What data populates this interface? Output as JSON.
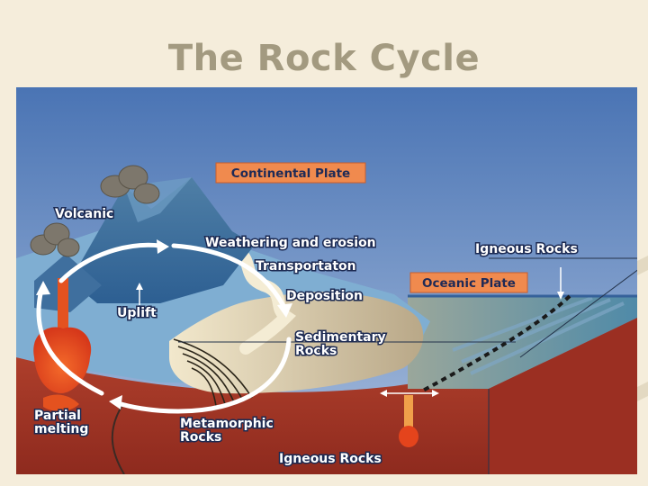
{
  "slide": {
    "title": "The Rock Cycle"
  },
  "diagram": {
    "labels": {
      "continental_plate": "Continental Plate",
      "oceanic_plate": "Oceanic Plate",
      "volcanic": "Volcanic",
      "weathering": "Weathering and erosion",
      "transportation": "Transportaton",
      "deposition": "Deposition",
      "uplift": "Uplift",
      "sedimentary_1": "Sedimentary",
      "sedimentary_2": "Rocks",
      "igneous_top": "Igneous Rocks",
      "partial_1": "Partial",
      "partial_2": "melting",
      "metamorphic_1": "Metamorphic",
      "metamorphic_2": "Rocks",
      "igneous_bottom": "Igneous Rocks"
    },
    "colors": {
      "sky_top": "#4a74b4",
      "sky_bottom": "#9fb6d8",
      "mantle": "#a83426",
      "sediment": "#d8c7a0",
      "plate_label_bg": "#f08a4e",
      "magma": "#e44a20"
    }
  }
}
